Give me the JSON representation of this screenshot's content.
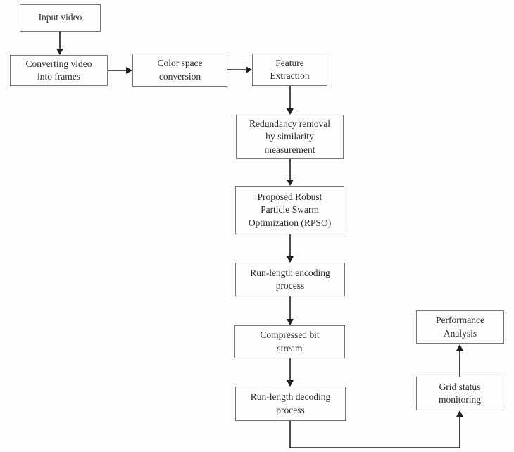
{
  "diagram": {
    "type": "flowchart",
    "colors": {
      "background": "#fdfdfd",
      "box_border": "#767676",
      "line": "#1d1d1d",
      "text": "#2b2b2b"
    },
    "nodes": {
      "input_video": {
        "label": "Input video"
      },
      "converting_video": {
        "label": "Converting video\ninto frames"
      },
      "color_space": {
        "label": "Color space\nconversion"
      },
      "feature_extraction": {
        "label": "Feature\nExtraction"
      },
      "redundancy_removal": {
        "label": "Redundancy removal\nby similarity\nmeasurement"
      },
      "rpso": {
        "label": "Proposed Robust\nParticle Swarm\nOptimization (RPSO)"
      },
      "run_length_encoding": {
        "label": "Run-length encoding\nprocess"
      },
      "compressed_bit_stream": {
        "label": "Compressed bit\nstream"
      },
      "run_length_decoding": {
        "label": "Run-length decoding\nprocess"
      },
      "performance_analysis": {
        "label": "Performance\nAnalysis"
      },
      "grid_status_monitoring": {
        "label": "Grid status\nmonitoring"
      }
    },
    "edges": [
      {
        "from": "input_video",
        "to": "converting_video"
      },
      {
        "from": "converting_video",
        "to": "color_space"
      },
      {
        "from": "color_space",
        "to": "feature_extraction"
      },
      {
        "from": "feature_extraction",
        "to": "redundancy_removal"
      },
      {
        "from": "redundancy_removal",
        "to": "rpso"
      },
      {
        "from": "rpso",
        "to": "run_length_encoding"
      },
      {
        "from": "run_length_encoding",
        "to": "compressed_bit_stream"
      },
      {
        "from": "compressed_bit_stream",
        "to": "run_length_decoding"
      },
      {
        "from": "run_length_decoding",
        "to": "grid_status_monitoring"
      },
      {
        "from": "grid_status_monitoring",
        "to": "performance_analysis"
      }
    ]
  }
}
